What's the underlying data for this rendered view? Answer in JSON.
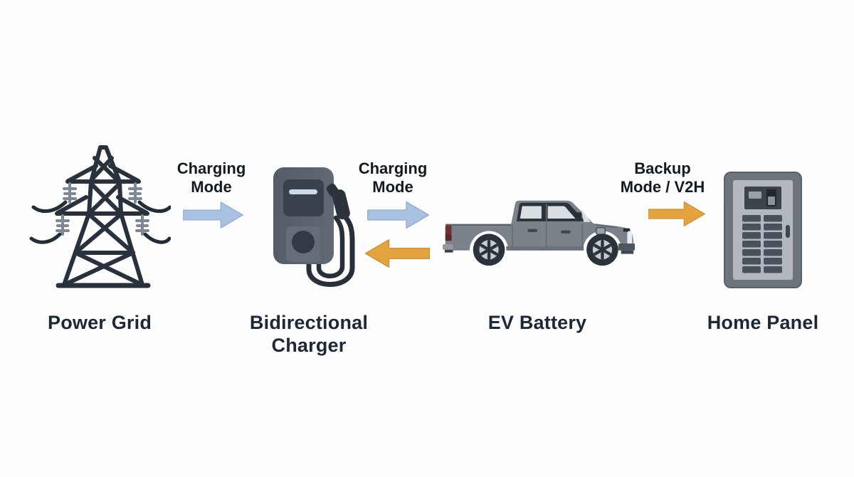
{
  "diagram": {
    "background_color": "#fdfdfd",
    "nodes": [
      {
        "id": "power-grid",
        "icon": "transmission-tower-icon",
        "lines": [
          "Power Grid"
        ]
      },
      {
        "id": "bidirectional-charger",
        "icon": "ev-charger-icon",
        "lines": [
          "Bidirectional",
          "Charger"
        ]
      },
      {
        "id": "ev-battery",
        "icon": "pickup-truck-icon",
        "lines": [
          "EV Battery"
        ]
      },
      {
        "id": "home-panel",
        "icon": "breaker-panel-icon",
        "lines": [
          "Home Panel"
        ]
      }
    ],
    "flows": [
      {
        "id": "grid-to-charger",
        "from": "power-grid",
        "to": "bidirectional-charger",
        "direction": "right",
        "lines": [
          "Charging",
          "Mode"
        ],
        "color": "#a9c2e2",
        "border": "#8fadd4"
      },
      {
        "id": "charger-to-ev",
        "from": "bidirectional-charger",
        "to": "ev-battery",
        "direction": "right",
        "lines": [
          "Charging",
          "Mode"
        ],
        "color": "#a9c2e2",
        "border": "#8fadd4"
      },
      {
        "id": "ev-to-charger",
        "from": "ev-battery",
        "to": "bidirectional-charger",
        "direction": "left",
        "lines": [],
        "color": "#e5a33e",
        "border": "#cf9136"
      },
      {
        "id": "ev-to-home",
        "from": "ev-battery",
        "to": "home-panel",
        "direction": "right",
        "lines": [
          "Backup",
          "Mode / V2H"
        ],
        "color": "#e5a33e",
        "border": "#cf9136"
      }
    ],
    "palette": {
      "icon_dark": "#28313c",
      "insulator_gray": "#7d8894",
      "node_label_color": "#1c2836",
      "flow_label_color": "#141a22",
      "charger_body": "#59616b",
      "charger_screen": "#3a414b",
      "charger_display_bar": "#cbd8e8",
      "cable_dark": "#272f38",
      "truck_body": "#7b828a",
      "truck_window": "#d9dee3",
      "truck_tire": "#2b323a",
      "truck_rim": "#c6cbd1",
      "taillight_red": "#733034",
      "panel_frame": "#6e747c",
      "panel_inner": "#b2b8be",
      "panel_breaker": "#49515b"
    }
  }
}
